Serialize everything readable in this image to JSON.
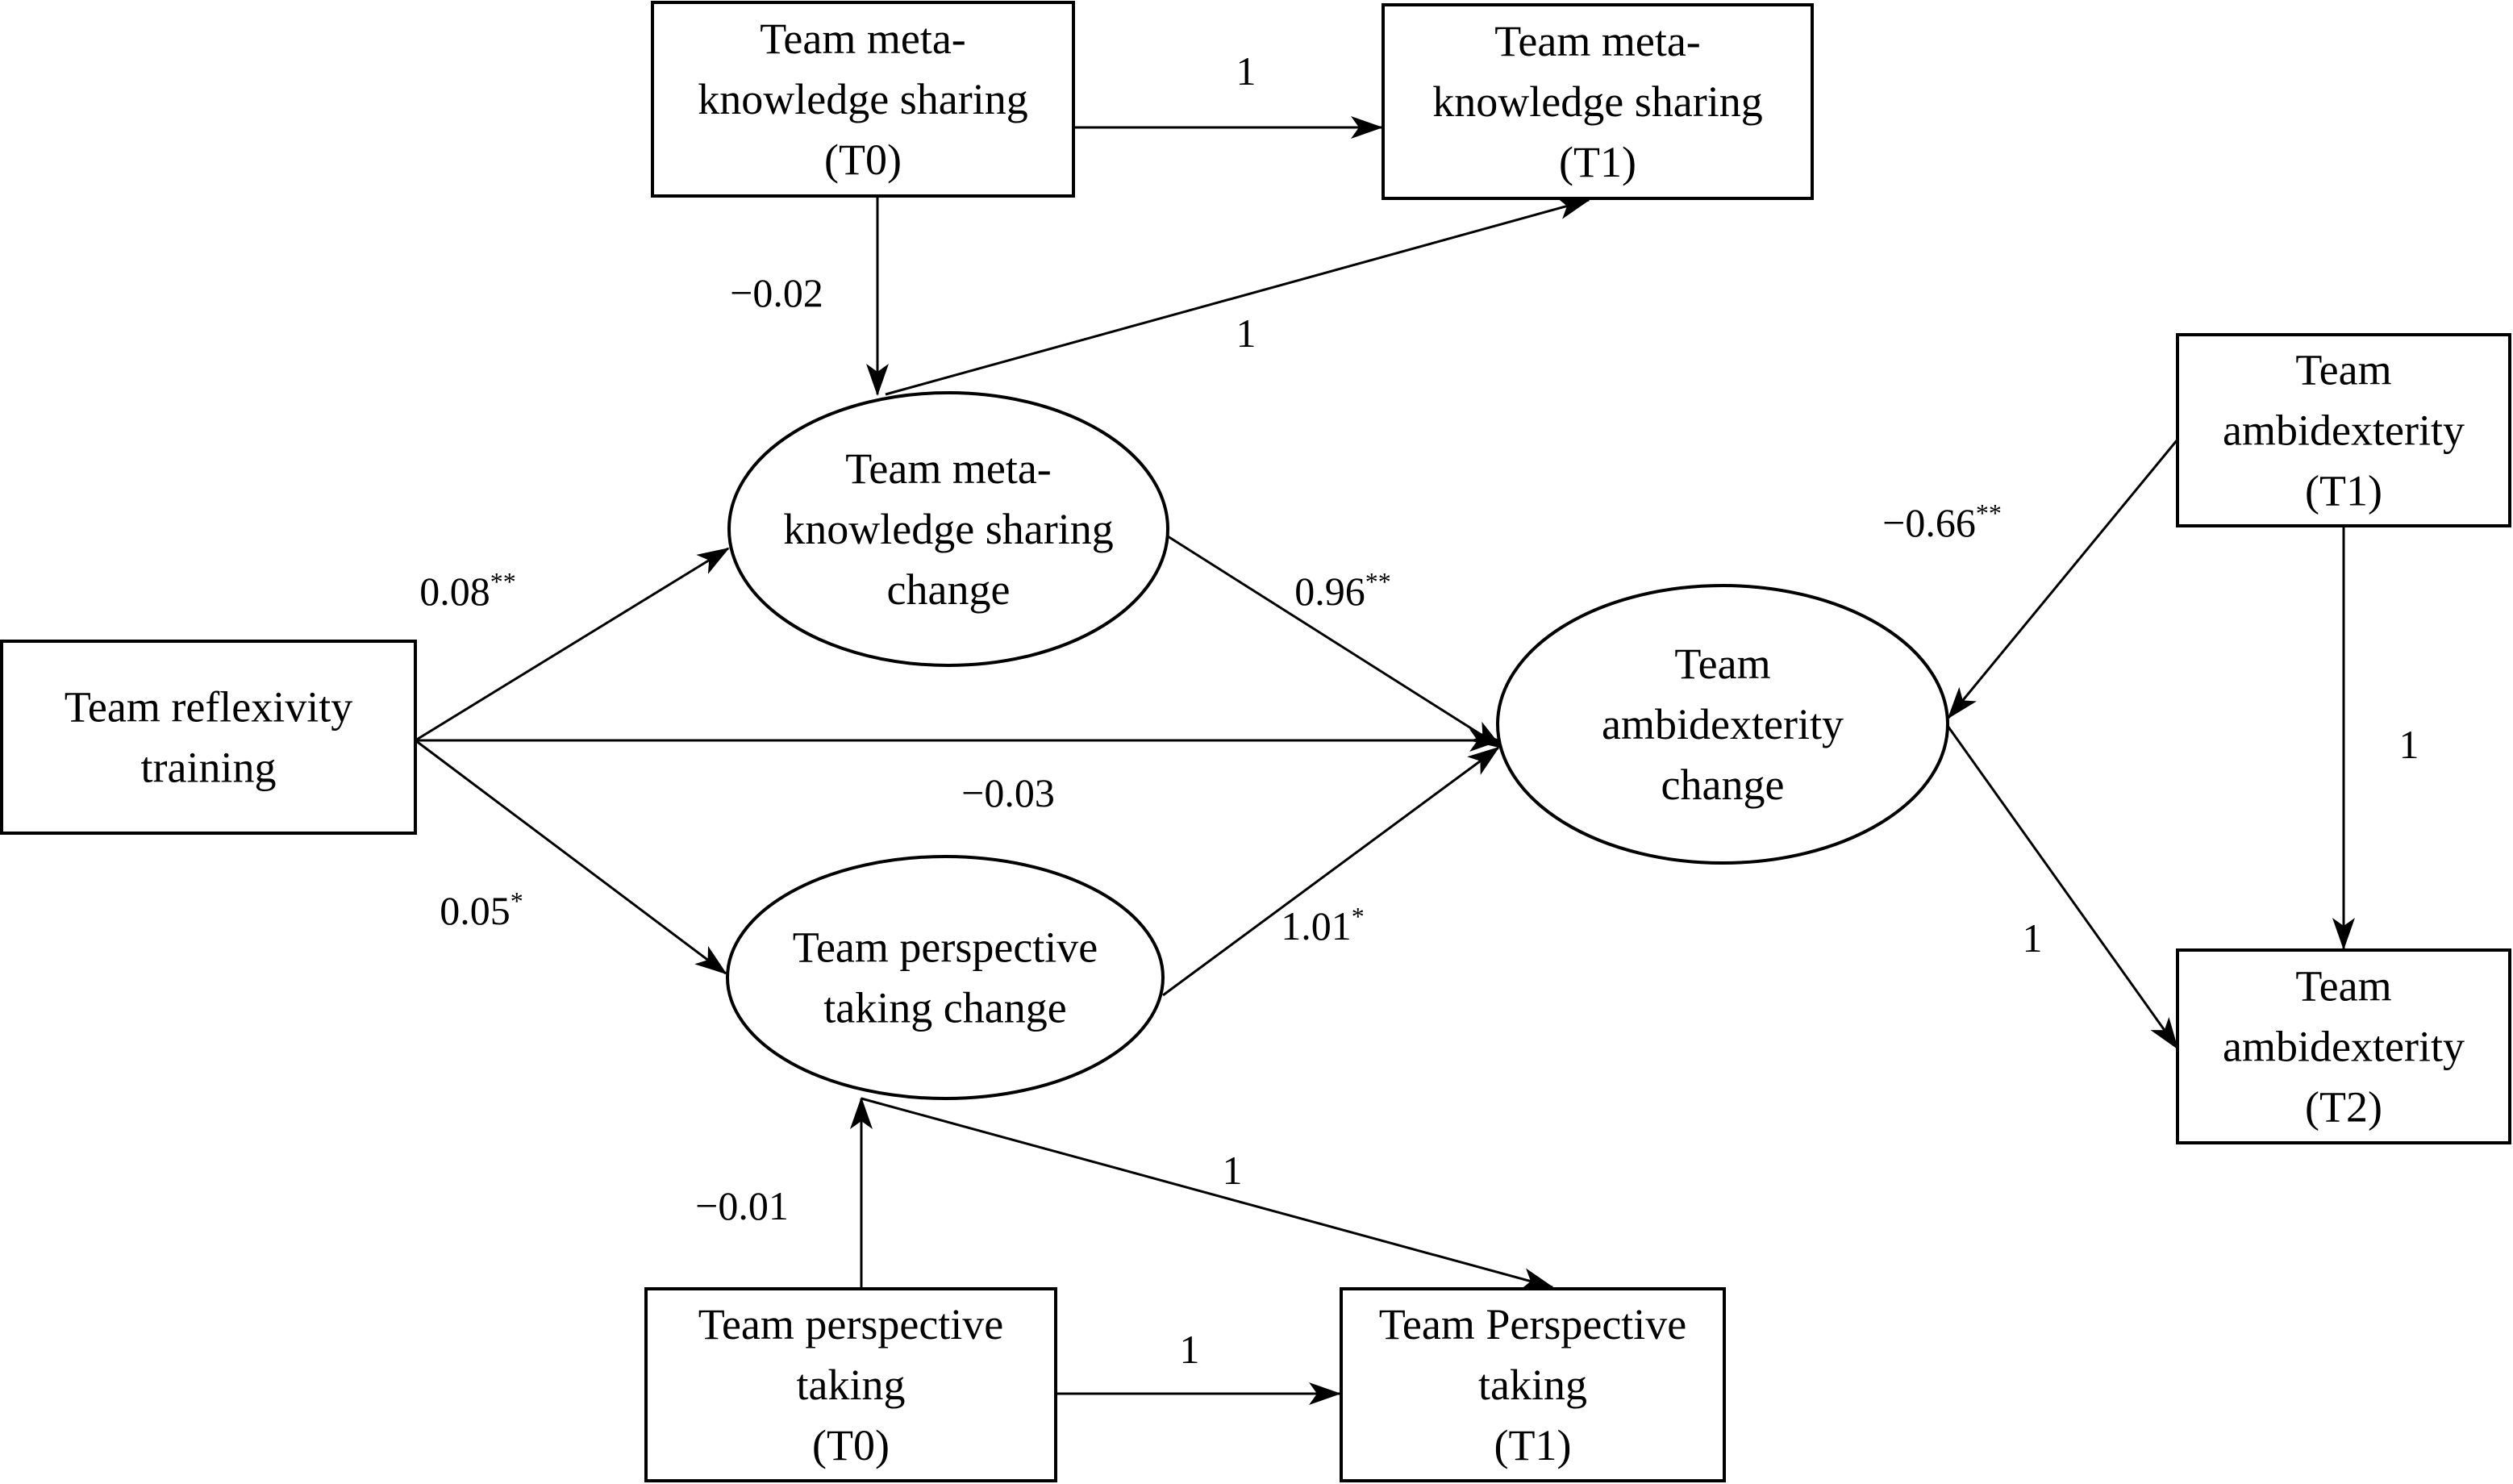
{
  "title": "Path model of team reflexivity training, meta-knowledge sharing, perspective taking and ambidexterity",
  "nodes": {
    "mks_t0": {
      "shape": "box",
      "lines": [
        "Team meta-",
        "knowledge sharing",
        "(T0)"
      ]
    },
    "mks_t1": {
      "shape": "box",
      "lines": [
        "Team meta-",
        "knowledge sharing",
        "(T1)"
      ]
    },
    "reflexivity": {
      "shape": "box",
      "lines": [
        "Team reflexivity",
        "training"
      ]
    },
    "mks_change": {
      "shape": "ellipse",
      "lines": [
        "Team meta-",
        "knowledge sharing",
        "change"
      ]
    },
    "amb_change": {
      "shape": "ellipse",
      "lines": [
        "Team",
        "ambidexterity",
        "change"
      ]
    },
    "pt_change": {
      "shape": "ellipse",
      "lines": [
        "Team perspective",
        "taking change"
      ]
    },
    "amb_t1": {
      "shape": "box",
      "lines": [
        "Team",
        "ambidexterity",
        "(T1)"
      ]
    },
    "amb_t2": {
      "shape": "box",
      "lines": [
        "Team",
        "ambidexterity",
        "(T2)"
      ]
    },
    "pt_t0": {
      "shape": "box",
      "lines": [
        "Team perspective",
        "taking",
        "(T0)"
      ]
    },
    "pt_t1": {
      "shape": "box",
      "lines": [
        "Team Perspective",
        "taking",
        "(T1)"
      ]
    }
  },
  "edges": [
    {
      "id": "mks_t0-mks_t1",
      "from": "mks_t0",
      "to": "mks_t1",
      "coef": "1",
      "sig": ""
    },
    {
      "id": "mks_t0-mks_change",
      "from": "mks_t0",
      "to": "mks_change",
      "coef": "−0.02",
      "sig": ""
    },
    {
      "id": "mks_change-mks_t1",
      "from": "mks_change",
      "to": "mks_t1",
      "coef": "1",
      "sig": ""
    },
    {
      "id": "reflexivity-mks_change",
      "from": "reflexivity",
      "to": "mks_change",
      "coef": "0.08",
      "sig": "**"
    },
    {
      "id": "reflexivity-amb_change",
      "from": "reflexivity",
      "to": "amb_change",
      "coef": "−0.03",
      "sig": ""
    },
    {
      "id": "reflexivity-pt_change",
      "from": "reflexivity",
      "to": "pt_change",
      "coef": "0.05",
      "sig": "*"
    },
    {
      "id": "mks_change-amb_change",
      "from": "mks_change",
      "to": "amb_change",
      "coef": "0.96",
      "sig": "**"
    },
    {
      "id": "pt_change-amb_change",
      "from": "pt_change",
      "to": "amb_change",
      "coef": "1.01",
      "sig": "*"
    },
    {
      "id": "amb_t1-amb_change",
      "from": "amb_t1",
      "to": "amb_change",
      "coef": "−0.66",
      "sig": "**"
    },
    {
      "id": "amb_t1-amb_t2",
      "from": "amb_t1",
      "to": "amb_t2",
      "coef": "1",
      "sig": ""
    },
    {
      "id": "amb_change-amb_t2",
      "from": "amb_change",
      "to": "amb_t2",
      "coef": "1",
      "sig": ""
    },
    {
      "id": "pt_t0-pt_change",
      "from": "pt_t0",
      "to": "pt_change",
      "coef": "−0.01",
      "sig": ""
    },
    {
      "id": "pt_change-pt_t1",
      "from": "pt_change",
      "to": "pt_t1",
      "coef": "1",
      "sig": ""
    },
    {
      "id": "pt_t0-pt_t1",
      "from": "pt_t0",
      "to": "pt_t1",
      "coef": "1",
      "sig": ""
    }
  ]
}
